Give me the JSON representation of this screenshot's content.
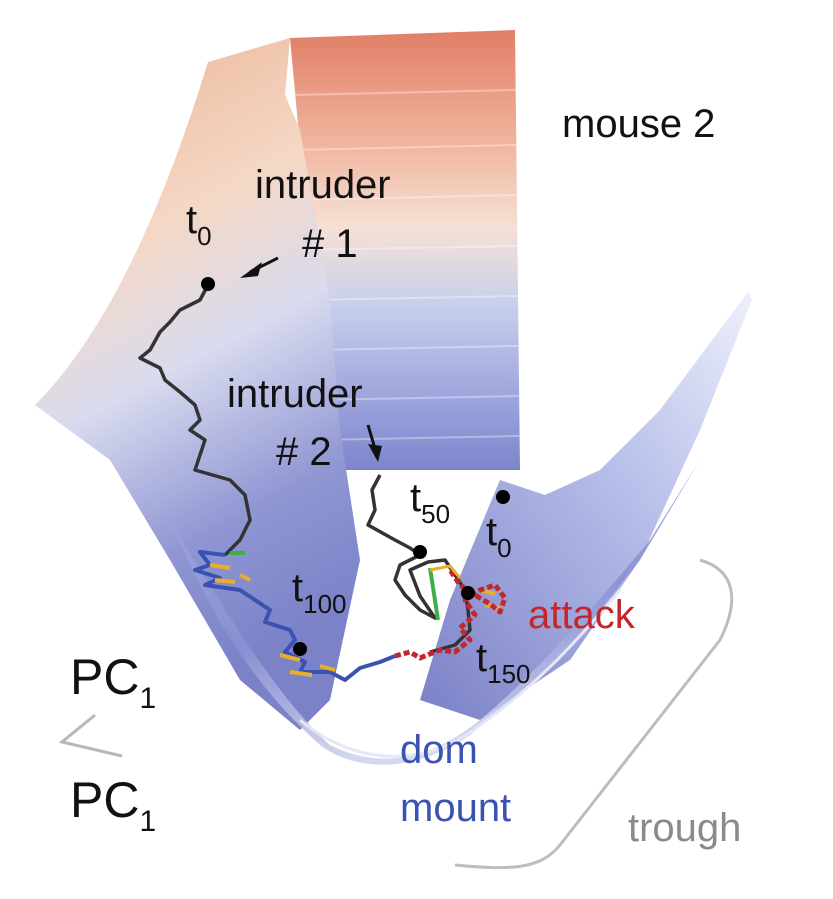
{
  "title": "mouse 2",
  "labels": {
    "intruder1_word": "intruder",
    "intruder1_num": "# 1",
    "intruder2_word": "intruder",
    "intruder2_num": "# 2",
    "t": "t",
    "t0_sub": "0",
    "t50_sub": "50",
    "t0b_sub": "0",
    "t100_sub": "100",
    "t150_sub": "150",
    "attack": "attack",
    "dom": "dom",
    "mount": "mount",
    "trough": "trough",
    "pc_axis_top": "PC",
    "pc_axis_top_sub": "1",
    "pc_axis_bottom": "PC",
    "pc_axis_bottom_sub": "1"
  },
  "colors": {
    "surface_high": "#e98a70",
    "surface_mid": "#f3d6c6",
    "surface_low": "#7d86cc",
    "trajectory": "#333333",
    "attack": "#c4262b",
    "dom_mount": "#3a52b0",
    "trough": "#8a8a8a",
    "accent_yellow": "#e8b02a",
    "accent_green": "#3fae49"
  }
}
